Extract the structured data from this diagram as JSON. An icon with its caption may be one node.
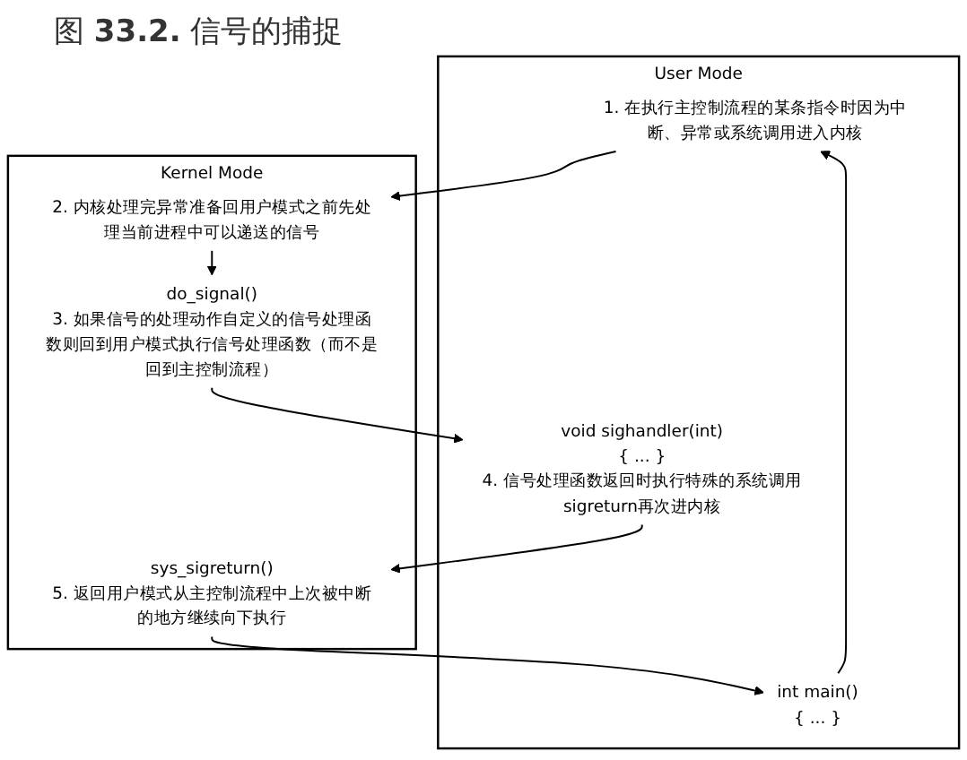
{
  "diagram": {
    "title": "图 **33.2.** 信号的捕捉",
    "nodes": [
      {
        "text": [
          "User Mode"
        ]
      },
      {
        "text": [
          "1. 在执行主控制流程的某条指令时因为中断、异常或系统调用进入内核"
        ],
        "in": 0
      },
      {
        "text": [
          "int main()",
          "{ ... }"
        ],
        "in": 0
      },
      {
        "text": [
          "void sighandler(int)",
          "{ ... }",
          "4. 信号处理函数返回时执行特殊的系统调用sigreturn再次进内核"
        ],
        "in": 0
      },
      {
        "text": [
          "Kernel Mode"
        ]
      },
      {
        "text": [
          "2. 内核处理完异常准备回用户模式之前先处理当前进程中可以递送的信号"
        ],
        "in": 4
      },
      {
        "text": [
          "do_signal()",
          "3. 如果信号的处理动作自定义的信号处理函数则回到用户模式执行信号处理函数（而不是回到主控制流程）"
        ],
        "in": 4
      },
      {
        "text": [
          "sys_sigreturn()",
          "5. 返回用户模式从主控制流程中上次被中断的地方继续向下执行"
        ],
        "in": 4
      }
    ],
    "edges": [
      {
        "from": 1,
        "to": 5,
        "arrow": "to"
      },
      {
        "from": 5,
        "to": 6,
        "arrow": "to"
      },
      {
        "from": 6,
        "to": 3,
        "arrow": "to"
      },
      {
        "from": 3,
        "to": 7,
        "arrow": "to"
      },
      {
        "from": 7,
        "to": 2,
        "arrow": "to"
      },
      {
        "from": 2,
        "to": 1,
        "arrow": "to"
      }
    ]
  }
}
